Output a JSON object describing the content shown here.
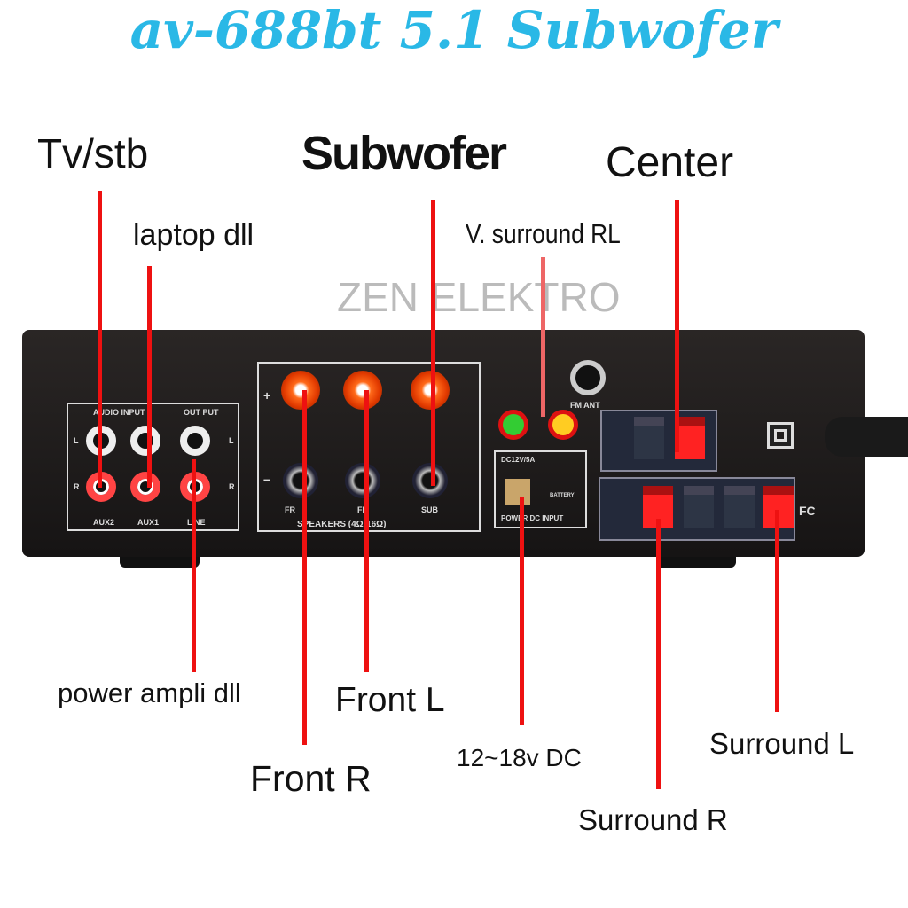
{
  "title": "av-688bt 5.1 Subwofer",
  "watermark": "ZEN ELEKTRO",
  "labels": {
    "tv_stb": "Tv/stb",
    "laptop": "laptop dll",
    "subwofer": "Subwofer",
    "center": "Center",
    "v_surround_rl": "V. surround RL",
    "power_ampli": "power ampli dll",
    "front_l": "Front L",
    "front_r": "Front R",
    "dc": "12~18v DC",
    "surround_l": "Surround L",
    "surround_r": "Surround R"
  },
  "panel": {
    "audio_input": "AUDIO INPUT",
    "output": "OUT PUT",
    "l": "L",
    "r": "R",
    "aux2": "AUX2",
    "aux1": "AUX1",
    "line": "LINE",
    "plus": "+",
    "minus": "–",
    "fr": "FR",
    "fl": "FL",
    "sub": "SUB",
    "speakers": "SPEAKERS (4Ω-16Ω)",
    "fm_ant": "FM ANT",
    "dc_spec": "DC12V/5A",
    "power_input": "POWER DC INPUT",
    "battery": "BATTERY",
    "fc": "FC"
  },
  "colors": {
    "title": "#2ab8e6",
    "annotation_line": "#ee1111",
    "led_green": "#3c3",
    "led_yellow": "#fc2"
  }
}
